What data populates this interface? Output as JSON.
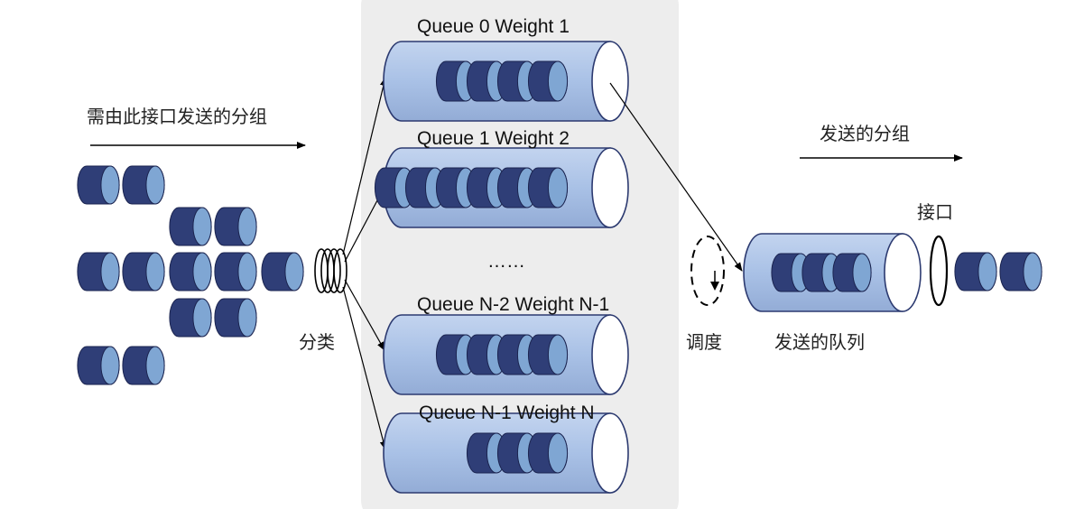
{
  "labels": {
    "incoming_packets": "需由此接口发送的分组",
    "classify": "分类",
    "sent_packets": "发送的分组",
    "interface": "接口",
    "schedule": "调度",
    "send_queue": "发送的队列",
    "ellipsis": "……"
  },
  "queues": [
    {
      "label": "Queue 0 Weight 1",
      "packets": 4
    },
    {
      "label": "Queue 1 Weight 2",
      "packets": 6
    },
    {
      "label": "Queue N-2 Weight N-1",
      "packets": 4
    },
    {
      "label": "Queue N-1 Weight N",
      "packets": 3
    }
  ],
  "send_queue_packets": 3,
  "incoming_packet_count": 13,
  "output_packet_count": 2,
  "colors": {
    "packet_dark": "#2f3e77",
    "packet_light": "#7fa6d3",
    "queue_fill": "#a9c1e6",
    "queue_stroke": "#2c3a70",
    "panel_bg": "#ededed"
  }
}
